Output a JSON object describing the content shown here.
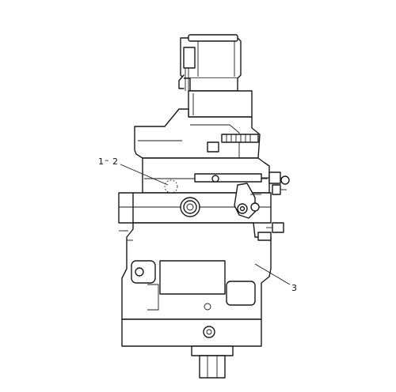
{
  "diagram": {
    "callouts": [
      {
        "id": "c1",
        "text": "1"
      },
      {
        "id": "c-dash",
        "text": "–"
      },
      {
        "id": "c2",
        "text": "2"
      },
      {
        "id": "c3",
        "text": "3"
      }
    ]
  }
}
